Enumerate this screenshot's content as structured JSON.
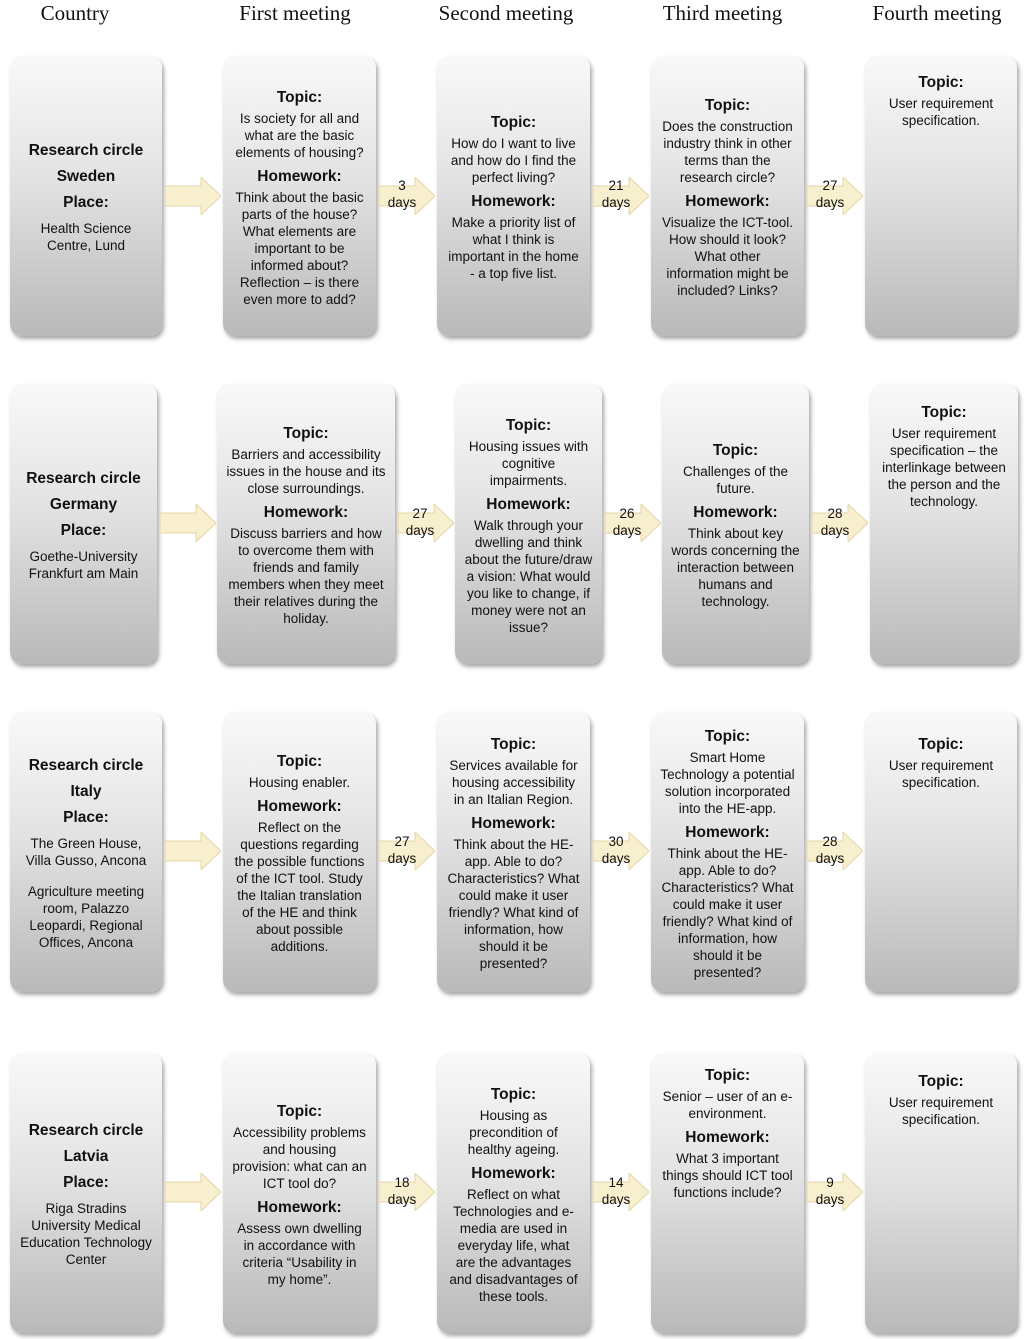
{
  "headers": [
    "Country",
    "First meeting",
    "Second meeting",
    "Third meeting",
    "Fourth meeting"
  ],
  "rows": [
    {
      "country": {
        "title1": "Research circle",
        "title2": "Sweden",
        "place_label": "Place:",
        "place": "Health Science Centre, Lund",
        "place2": ""
      },
      "meetings": [
        {
          "topic_label": "Topic:",
          "topic": "Is society for all and what are the basic elements of housing?",
          "homework_label": "Homework:",
          "homework": "Think about the basic parts of the house? What elements are important to be informed about? Reflection – is there even more to add?"
        },
        {
          "topic_label": "Topic:",
          "topic": "How do I want to live and how do I find the perfect living?",
          "homework_label": "Homework:",
          "homework": "Make a priority list of what I think is important in the home - a top five list."
        },
        {
          "topic_label": "Topic:",
          "topic": "Does the construction industry think in other terms than the research circle?",
          "homework_label": "Homework:",
          "homework": "Visualize the ICT-tool. How should it look? What other information might be included? Links?"
        },
        {
          "topic_label": "Topic:",
          "topic": "User requirement specification.",
          "homework_label": "",
          "homework": ""
        }
      ],
      "gaps": [
        {
          "n": "3",
          "unit": "days"
        },
        {
          "n": "21",
          "unit": "days"
        },
        {
          "n": "27",
          "unit": "days"
        }
      ]
    },
    {
      "country": {
        "title1": "Research circle",
        "title2": "Germany",
        "place_label": "Place:",
        "place": "Goethe-University Frankfurt am Main",
        "place2": ""
      },
      "meetings": [
        {
          "topic_label": "Topic:",
          "topic": "Barriers and accessibility issues in the house and its close surroundings.",
          "homework_label": "Homework:",
          "homework": "Discuss barriers and how to overcome them with friends and family members when they meet their relatives during the holiday."
        },
        {
          "topic_label": "Topic:",
          "topic": "Housing issues with cognitive impairments.",
          "homework_label": "Homework:",
          "homework": "Walk through your dwelling and think about the future/draw a vision: What would you like to change, if money were not an issue?"
        },
        {
          "topic_label": "Topic:",
          "topic": "Challenges of the future.",
          "homework_label": "Homework:",
          "homework": "Think about key words concerning the interaction between humans and technology."
        },
        {
          "topic_label": "Topic:",
          "topic": "User requirement specification – the interlinkage between the person and the technology.",
          "homework_label": "",
          "homework": ""
        }
      ],
      "gaps": [
        {
          "n": "27",
          "unit": "days"
        },
        {
          "n": "26",
          "unit": "days"
        },
        {
          "n": "28",
          "unit": "days"
        }
      ]
    },
    {
      "country": {
        "title1": "Research circle",
        "title2": "Italy",
        "place_label": "Place:",
        "place": "The Green House, Villa Gusso, Ancona",
        "place2": "Agriculture meeting room, Palazzo Leopardi, Regional Offices, Ancona"
      },
      "meetings": [
        {
          "topic_label": "Topic:",
          "topic": "Housing enabler.",
          "homework_label": "Homework:",
          "homework": "Reflect on the questions regarding the possible functions of the ICT tool. Study the Italian translation of the HE and think about possible additions."
        },
        {
          "topic_label": "Topic:",
          "topic": "Services available for housing accessibility in an Italian Region.",
          "homework_label": "Homework:",
          "homework": "Think about the HE-app. Able to do? Characteristics? What could make it user friendly? What kind of information, how should it be presented?"
        },
        {
          "topic_label": "Topic:",
          "topic": "Smart Home Technology a potential solution incorporated into the HE-app.",
          "homework_label": "Homework:",
          "homework": "Think about the HE-app. Able to do? Characteristics? What could make it user friendly? What kind of information, how should it be presented?"
        },
        {
          "topic_label": "Topic:",
          "topic": "User requirement specification.",
          "homework_label": "",
          "homework": ""
        }
      ],
      "gaps": [
        {
          "n": "27",
          "unit": "days"
        },
        {
          "n": "30",
          "unit": "days"
        },
        {
          "n": "28",
          "unit": "days"
        }
      ]
    },
    {
      "country": {
        "title1": "Research circle",
        "title2": "Latvia",
        "place_label": "Place:",
        "place": "Riga Stradins University Medical Education Technology Center",
        "place2": ""
      },
      "meetings": [
        {
          "topic_label": "Topic:",
          "topic": "Accessibility problems and housing provision: what can an ICT tool do?",
          "homework_label": "Homework:",
          "homework": "Assess own dwelling in accordance with criteria “Usability in my home”."
        },
        {
          "topic_label": "Topic:",
          "topic": "Housing as precondition of healthy ageing.",
          "homework_label": "Homework:",
          "homework": "Reflect on what Technologies and e-media are used in everyday life, what are the advantages and disadvantages of these tools."
        },
        {
          "topic_label": "Topic:",
          "topic": "Senior – user of an e-environment.",
          "homework_label": "Homework:",
          "homework": "What 3 important things should ICT tool functions include?"
        },
        {
          "topic_label": "Topic:",
          "topic": "User requirement specification.",
          "homework_label": "",
          "homework": ""
        }
      ],
      "gaps": [
        {
          "n": "18",
          "unit": "days"
        },
        {
          "n": "14",
          "unit": "days"
        },
        {
          "n": "9",
          "unit": "days"
        }
      ]
    }
  ],
  "colors": {
    "arrow_fill": "#f8efcf",
    "arrow_stroke": "#e6d6a4",
    "card_top": "#f9f9f9",
    "card_bottom": "#b9b9b9"
  }
}
